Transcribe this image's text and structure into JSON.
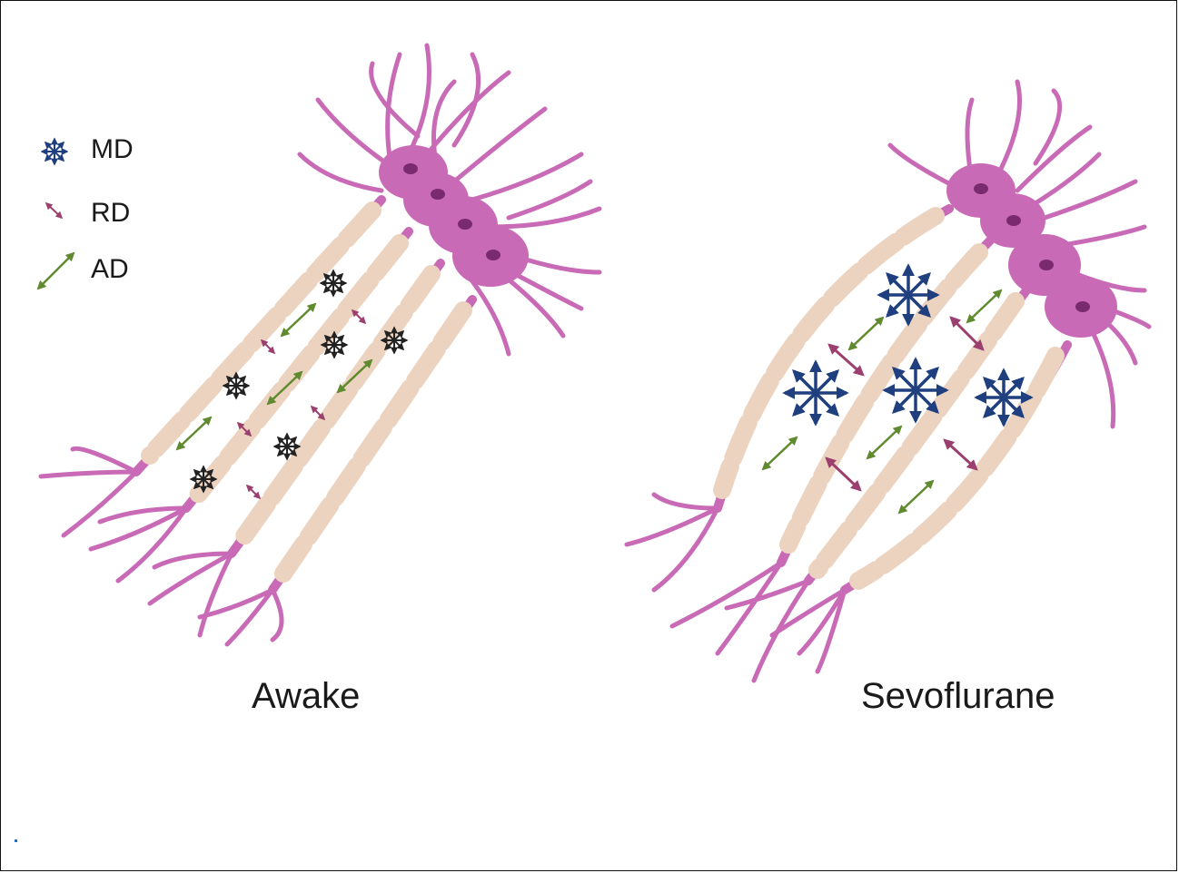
{
  "legend": [
    {
      "label": "MD",
      "icon": "md-diffusion-icon",
      "color": "#1f3f7f"
    },
    {
      "label": "RD",
      "icon": "rd-arrow-icon",
      "color": "#9b3f6e"
    },
    {
      "label": "AD",
      "icon": "ad-arrow-icon",
      "color": "#5f8a2e"
    }
  ],
  "panels": {
    "awake": {
      "label": "Awake"
    },
    "sevoflurane": {
      "label": "Sevoflurane"
    }
  },
  "colors": {
    "neuron": "#c86ab5",
    "neuron_dark": "#a8468f",
    "nucleus": "#7a2a6e",
    "myelin": "#ecd3c0",
    "myelin_edge": "#d8b8a2",
    "md": "#1f3f7f",
    "rd": "#9b3f6e",
    "ad": "#5f8a2e"
  }
}
